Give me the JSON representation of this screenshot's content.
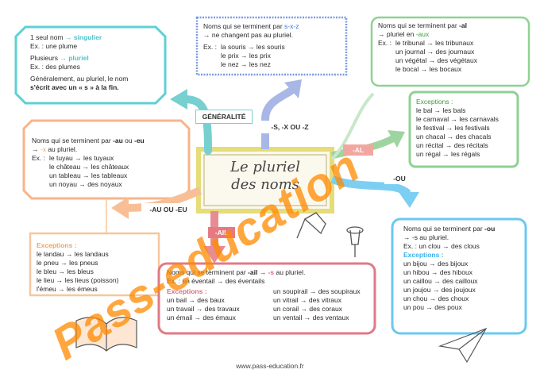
{
  "center": {
    "line1": "Le pluriel",
    "line2": "des noms"
  },
  "tags": {
    "generalite": "GÉNÉRALITÉ",
    "sxz": "-S, -X OU -Z",
    "al": "-AL",
    "ou": "-OU",
    "auoueu": "-AU OU -EU",
    "ail": "-AIL"
  },
  "generalite": {
    "l1a": "1 seul nom ",
    "l1b": "→ singulier",
    "l2": "Ex. : une plume",
    "l3a": "Plusieurs ",
    "l3b": "→ pluriel",
    "l4": "Ex. : des plumes",
    "l5": "Généralement, au pluriel, le nom",
    "l6": "s'écrit avec un « s » à la fin."
  },
  "sxz": {
    "l1a": "Noms qui se terminent par ",
    "l1b": "s-x-z",
    "l2": "→ ne changent pas au pluriel.",
    "ex": "Ex. :",
    "items": [
      "la souris → les souris",
      "le prix → les prix",
      "le nez → les nez"
    ]
  },
  "al": {
    "l1a": "Noms qui se terminent par ",
    "l1b": "-al",
    "l2a": "→ pluriel en ",
    "l2b": "-aux",
    "ex": "Ex. :",
    "items": [
      "le tribunal → les tribunaux",
      "un journal → des journaux",
      "un végétal → des végétaux",
      "le bocal → les bocaux"
    ]
  },
  "al_exceptions": {
    "title": "Exceptions :",
    "items": [
      "le bal → les bals",
      "le carnaval → les carnavals",
      "le festival → les festivals",
      "un chacal → des chacals",
      "un récital → des récitals",
      "un régal → les régals"
    ]
  },
  "aueu": {
    "l1a": "Noms qui se terminent par ",
    "l1b": "-au",
    "l1c": " ou ",
    "l1d": "-eu",
    "l2a": "→ ",
    "l2b": "-x",
    "l2c": " au pluriel.",
    "ex": "Ex. :",
    "items": [
      "le tuyau → les tuyaux",
      "le château → les châteaux",
      "un tableau → les tableaux",
      "un noyau → des noyaux"
    ]
  },
  "aueu_exceptions": {
    "title": "Exceptions :",
    "items": [
      "le landau → les landaus",
      "le pneu → les pneus",
      "le bleu → les bleus",
      "le lieu → les lieus (poisson)",
      "l'émeu → les émeus"
    ]
  },
  "ail": {
    "l1a": "Noms qui se terminent par ",
    "l1b": "-ail",
    "l1c": " → ",
    "l1d": "-s",
    "l1e": " au pluriel.",
    "ex": "Ex. : un éventail → des éventails",
    "exc_title": "Exceptions :",
    "col1": [
      "un bail → des baux",
      "un travail → des travaux",
      "un émail → des émaux"
    ],
    "col2": [
      "un soupirail → des soupiraux",
      "un vitrail → des vitraux",
      "un corail → des coraux",
      "un ventail → des ventaux"
    ]
  },
  "ou": {
    "l1a": "Noms qui se terminent par ",
    "l1b": "-ou",
    "l2": "→ -s au pluriel.",
    "ex": "Ex. : un clou → des clous",
    "exc_title": "Exceptions :",
    "items": [
      "un bijou → des bijoux",
      "un hibou → des hiboux",
      "un caillou → des cailloux",
      "un joujou → des joujoux",
      "un chou → des choux",
      "un pou → des poux"
    ]
  },
  "watermark": "Pass-education",
  "footer": "www.pass-education.fr",
  "colors": {
    "teal": "#4fc3c9",
    "blue": "#7d9ae0",
    "green": "#86c98a",
    "orange": "#f6b58a",
    "pink": "#e07a86",
    "cyan": "#6cc8f0"
  }
}
